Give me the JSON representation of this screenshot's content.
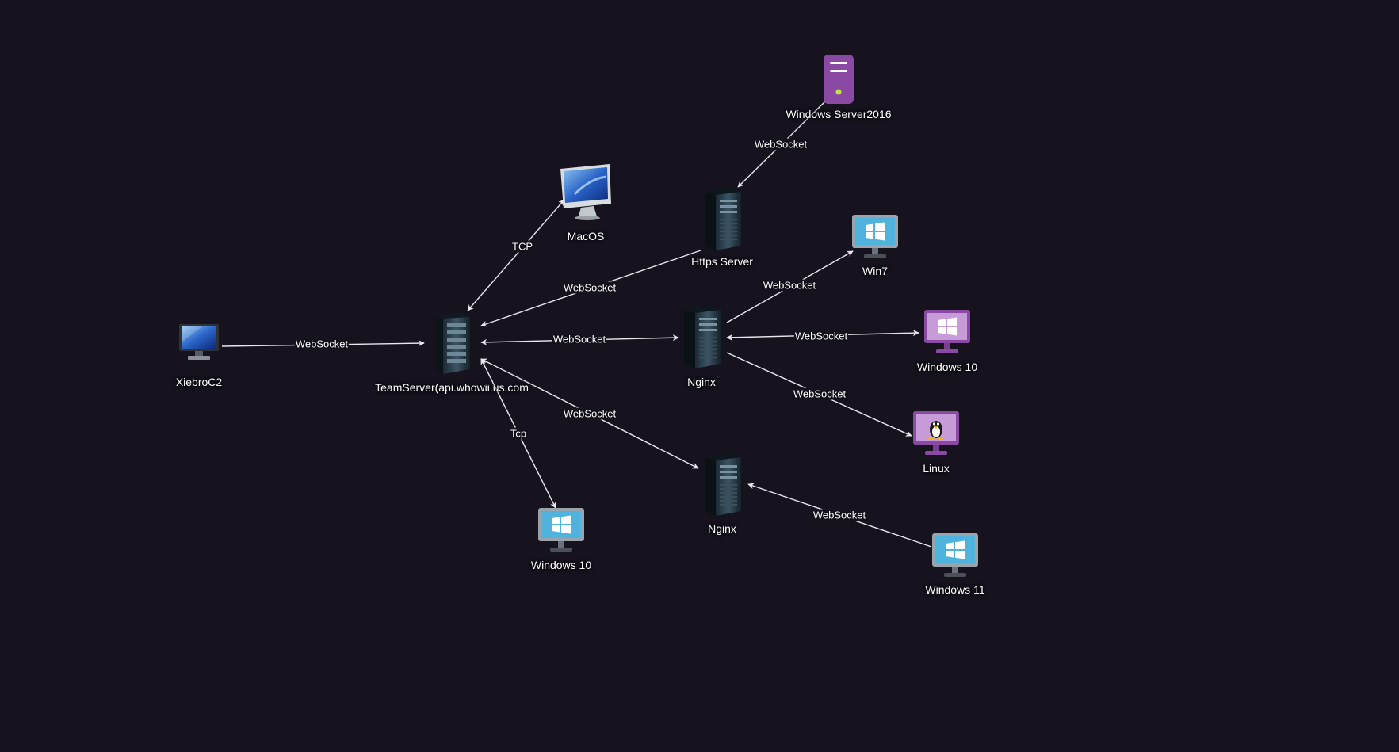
{
  "colors": {
    "background": "#16131f",
    "edge": "#e8e8ec",
    "windows_blue": "#4fb3de",
    "purple": "#8a4aa3",
    "label_text": "#ffffff"
  },
  "nodes": {
    "xiebroc2": {
      "label": "XiebroC2",
      "icon": "desktop-monitor-icon"
    },
    "teamserver": {
      "label": "TeamServer(api.whowii.us.com",
      "icon": "server-rack-icon"
    },
    "macos": {
      "label": "MacOS",
      "icon": "imac-icon"
    },
    "https_server": {
      "label": "Https Server",
      "icon": "server-tower-icon"
    },
    "winserver": {
      "label": "Windows Server2016",
      "icon": "purple-server-icon"
    },
    "win7": {
      "label": "Win7",
      "icon": "windows-monitor-icon"
    },
    "nginx1": {
      "label": "Nginx",
      "icon": "server-tower-icon"
    },
    "win10_purple": {
      "label": "Windows 10",
      "icon": "windows-monitor-purple-icon"
    },
    "linux": {
      "label": "Linux",
      "icon": "linux-monitor-icon"
    },
    "nginx2": {
      "label": "Nginx",
      "icon": "server-tower-icon"
    },
    "win11": {
      "label": "Windows 11",
      "icon": "windows-monitor-icon"
    },
    "win10_blue": {
      "label": "Windows 10",
      "icon": "windows-monitor-icon"
    }
  },
  "edges": [
    {
      "label": "WebSocket",
      "from": "xiebroc2",
      "to": "teamserver",
      "direction": "forward"
    },
    {
      "label": "TCP",
      "from": "teamserver",
      "to": "macos",
      "direction": "both"
    },
    {
      "label": "WebSocket",
      "from": "https_server",
      "to": "teamserver",
      "direction": "forward"
    },
    {
      "label": "WebSocket",
      "from": "teamserver",
      "to": "nginx1",
      "direction": "both"
    },
    {
      "label": "WebSocket",
      "from": "teamserver",
      "to": "nginx2",
      "direction": "both"
    },
    {
      "label": "Tcp",
      "from": "teamserver",
      "to": "win10_blue",
      "direction": "both"
    },
    {
      "label": "WebSocket",
      "from": "winserver",
      "to": "https_server",
      "direction": "forward"
    },
    {
      "label": "WebSocket",
      "from": "nginx1",
      "to": "win7",
      "direction": "forward"
    },
    {
      "label": "WebSocket",
      "from": "nginx1",
      "to": "win10_purple",
      "direction": "both"
    },
    {
      "label": "WebSocket",
      "from": "nginx1",
      "to": "linux",
      "direction": "forward"
    },
    {
      "label": "WebSocket",
      "from": "win11",
      "to": "nginx2",
      "direction": "forward"
    }
  ]
}
